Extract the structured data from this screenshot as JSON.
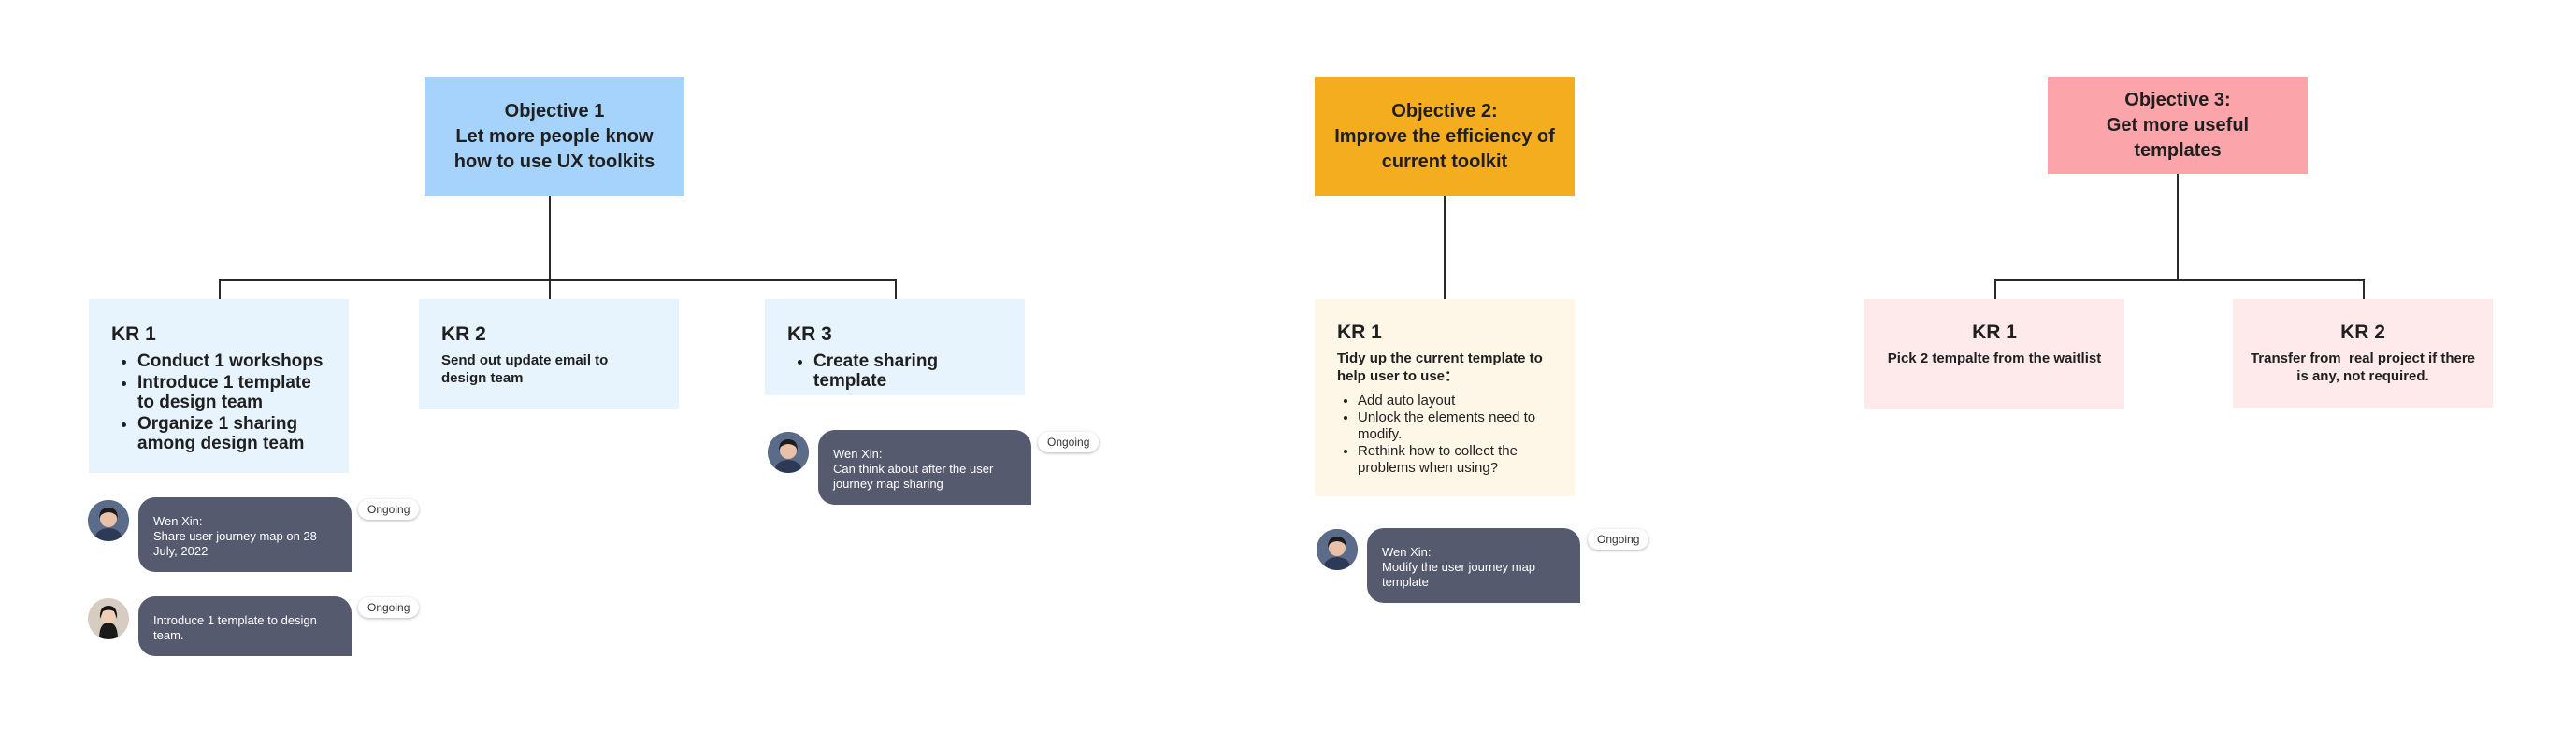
{
  "colors": {
    "obj1": "#a5d3fb",
    "kr1_bg": "#e7f3fd",
    "obj2": "#f4ad1f",
    "kr2_bg": "#fef6e6",
    "obj3": "#fba5ab",
    "kr3_bg": "#feeaeb",
    "comment_bg": "#565a6f",
    "connector": "#2a2a2a"
  },
  "objectives": [
    {
      "title": "Objective 1",
      "subtitle": "Let more people know how to use UX toolkits",
      "krs": [
        {
          "title": "KR 1",
          "items": [
            "Conduct 1 workshops",
            "Introduce 1 template to design team",
            "Organize 1 sharing among design team"
          ]
        },
        {
          "title": "KR 2",
          "description": "Send out update email to design team"
        },
        {
          "title": "KR 3",
          "items": [
            "Create sharing template"
          ]
        }
      ],
      "comments": [
        {
          "author": "Wen Xin:",
          "text": "Share user journey map on 28 July, 2022",
          "status": "Ongoing",
          "avatar_icon": "person-avatar-icon"
        },
        {
          "author": "",
          "text": "Introduce 1 template to design team.",
          "status": "Ongoing",
          "avatar_icon": "person-avatar-icon"
        },
        {
          "author": "Wen Xin:",
          "text": "Can think about after the user journey map sharing",
          "status": "Ongoing",
          "avatar_icon": "person-avatar-icon"
        }
      ]
    },
    {
      "title": "Objective 2:",
      "subtitle": "Improve the efficiency of current toolkit",
      "krs": [
        {
          "title": "KR 1",
          "description": "Tidy up the current template to help user to use：",
          "items": [
            "Add auto layout",
            "Unlock the elements need to modify.",
            "Rethink how to collect the problems when using?"
          ]
        }
      ],
      "comments": [
        {
          "author": "Wen Xin:",
          "text": "Modify the user journey map template",
          "status": "Ongoing",
          "avatar_icon": "person-avatar-icon"
        }
      ]
    },
    {
      "title": "Objective 3:",
      "subtitle": "Get more useful templates",
      "krs": [
        {
          "title": "KR 1",
          "description": "Pick 2 tempalte from the waitlist"
        },
        {
          "title": "KR 2",
          "description": "Transfer from  real project if there is any, not required."
        }
      ]
    }
  ]
}
